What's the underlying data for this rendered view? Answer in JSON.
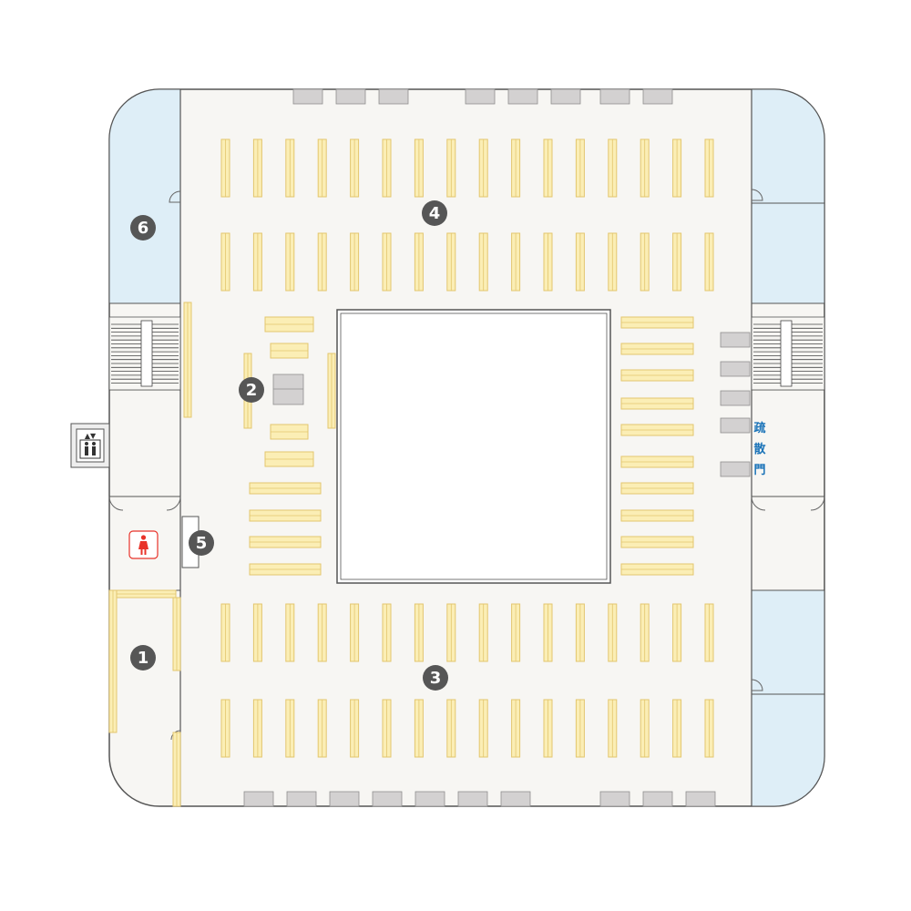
{
  "colors": {
    "background": "#ffffff",
    "floor": "#f7f6f3",
    "wall": "#555555",
    "room_blue": "#deeef7",
    "shelf_fill": "#fbeeb5",
    "shelf_stroke": "#e3c66e",
    "table_fill": "#d3d1d1",
    "table_stroke": "#8f8f8f",
    "marker_fill": "#565656",
    "marker_text": "#ffffff",
    "exit_text": "#1a73b8",
    "restroom_icon": "#e8332a"
  },
  "markers": [
    {
      "id": "marker-1",
      "label": "1"
    },
    {
      "id": "marker-2",
      "label": "2"
    },
    {
      "id": "marker-3",
      "label": "3"
    },
    {
      "id": "marker-4",
      "label": "4"
    },
    {
      "id": "marker-5",
      "label": "5"
    },
    {
      "id": "marker-6",
      "label": "6"
    }
  ],
  "exit_sign": [
    "疏",
    "散",
    "門"
  ],
  "icons": {
    "elevator": "elevator-icon",
    "restroom": "womens-restroom-icon",
    "stairs": "stairs-icon"
  }
}
